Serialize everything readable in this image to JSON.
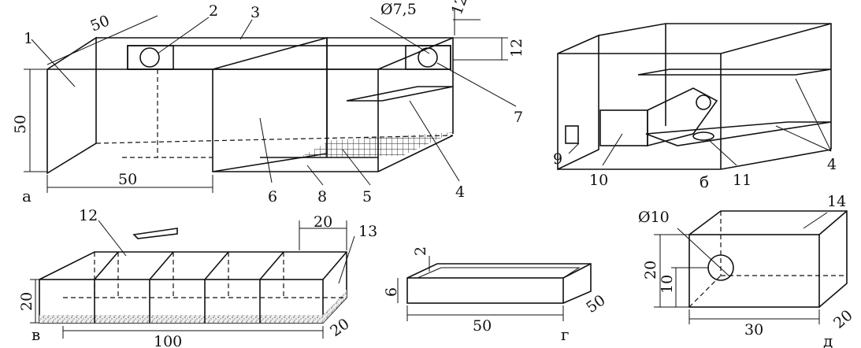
{
  "panel_a": {
    "letter": "а",
    "callouts": [
      "1",
      "2",
      "3",
      "4",
      "5",
      "6",
      "7",
      "8"
    ],
    "dims": {
      "top_width": "50",
      "height": "50",
      "bottom_width": "50",
      "hole": "Ø7,5",
      "frame_depth": "12",
      "frame_height": "12"
    }
  },
  "panel_b": {
    "letter": "б",
    "callouts": [
      "9",
      "10",
      "11",
      "4"
    ]
  },
  "panel_v": {
    "letter": "в",
    "callouts": [
      "12",
      "13"
    ],
    "dims": {
      "length": "100",
      "height": "20",
      "section": "20",
      "depth": "20"
    }
  },
  "panel_g": {
    "letter": "г",
    "dims": {
      "rim": "2",
      "height": "6",
      "length": "50",
      "depth": "50"
    }
  },
  "panel_d": {
    "letter": "д",
    "callouts": [
      "14"
    ],
    "dims": {
      "hole": "Ø10",
      "height": "20",
      "hole_height": "10",
      "width": "30",
      "depth": "20"
    }
  }
}
